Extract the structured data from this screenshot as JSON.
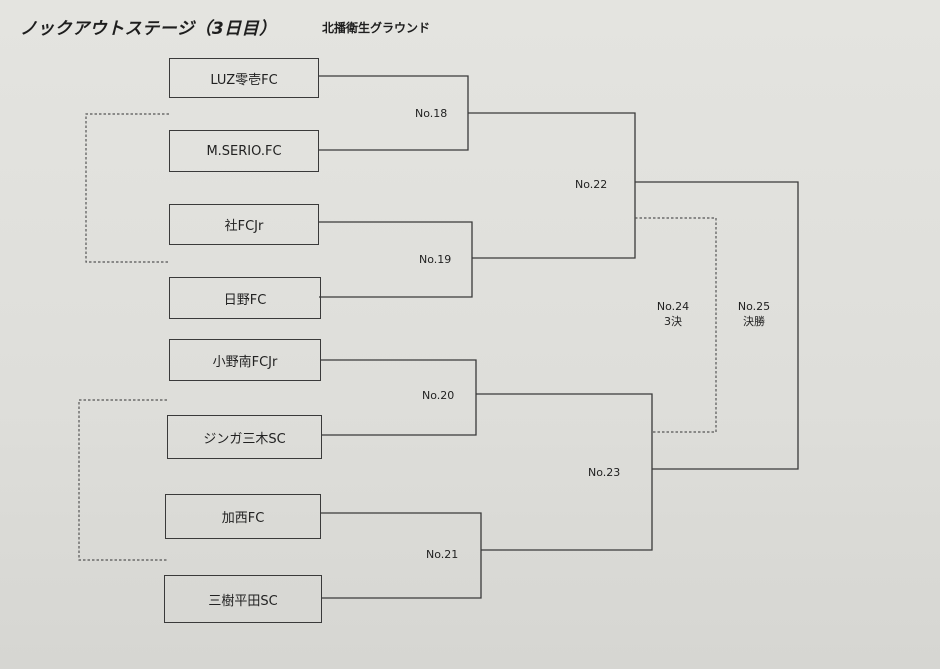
{
  "header": {
    "title": "ノックアウトステージ（3日目）",
    "venue": "北播衛生グラウンド"
  },
  "teams": [
    "LUZ零壱FC",
    "M.SERIO.FC",
    "社FCJr",
    "日野FC",
    "小野南FCJr",
    "ジンガ三木SC",
    "加西FC",
    "三樹平田SC"
  ],
  "matches": {
    "m18": "No.18",
    "m19": "No.19",
    "m20": "No.20",
    "m21": "No.21",
    "m22": "No.22",
    "m23": "No.23",
    "m24_no": "No.24",
    "m24_label": "3決",
    "m25_no": "No.25",
    "m25_label": "決勝"
  }
}
